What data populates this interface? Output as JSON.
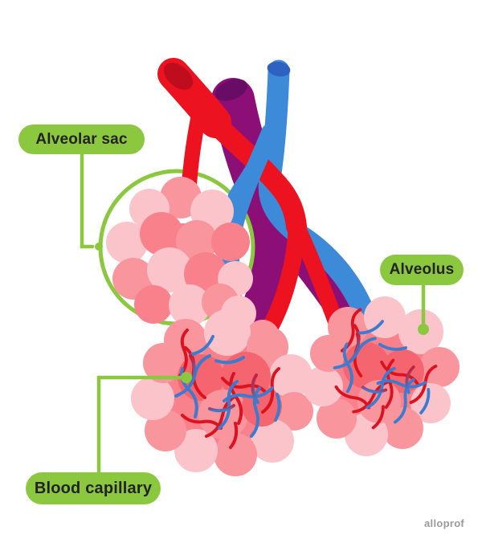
{
  "callouts": [
    {
      "id": "alveolar-sac",
      "label": "Alveolar sac"
    },
    {
      "id": "alveolus",
      "label": "Alveolus"
    },
    {
      "id": "blood-capillary",
      "label": "Blood capillary"
    }
  ],
  "watermark": "alloprof",
  "palette": {
    "green": "#8CC83F",
    "label_text": "#212221",
    "bg": "#FFFFFF",
    "red_vessel": "#EC1220",
    "red_dark": "#C00D1E",
    "blue_vessel": "#3D8BD8",
    "blue_dark": "#2D62C2",
    "purple_vessel": "#8C0F77",
    "purple_dark": "#680C66",
    "pink_light": "#FBC4CA",
    "pink_medium": "#F9959D",
    "pink_salmon": "#F8818B",
    "pink_deep": "#F5656F",
    "capillary_red": "#DD1220",
    "capillary_blue": "#3B7CD0",
    "watermark_gray": "#9B9B9B"
  }
}
